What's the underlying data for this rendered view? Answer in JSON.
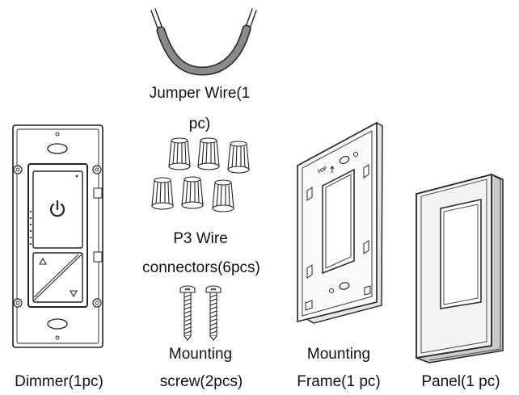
{
  "items": [
    {
      "id": "jumper-wire",
      "label_line1": "Jumper Wire(1",
      "label_line2": "pc)"
    },
    {
      "id": "wire-connectors",
      "label_line1": "P3 Wire",
      "label_line2": "connectors(6pcs)"
    },
    {
      "id": "mounting-screw",
      "label_line1": "Mounting",
      "label_line2": "screw(2pcs)"
    },
    {
      "id": "dimmer",
      "label_line1": "Dimmer(1pc)"
    },
    {
      "id": "mounting-frame",
      "label_line1": "Mounting",
      "label_line2": "Frame(1 pc)"
    },
    {
      "id": "panel",
      "label_line1": "Panel(1 pc)"
    }
  ],
  "frame_marking": "TOP",
  "colors": {
    "line": "#222222",
    "fill_light": "#f4f4f4",
    "fill_dark": "#c8c8c8",
    "wire": "#777777"
  }
}
